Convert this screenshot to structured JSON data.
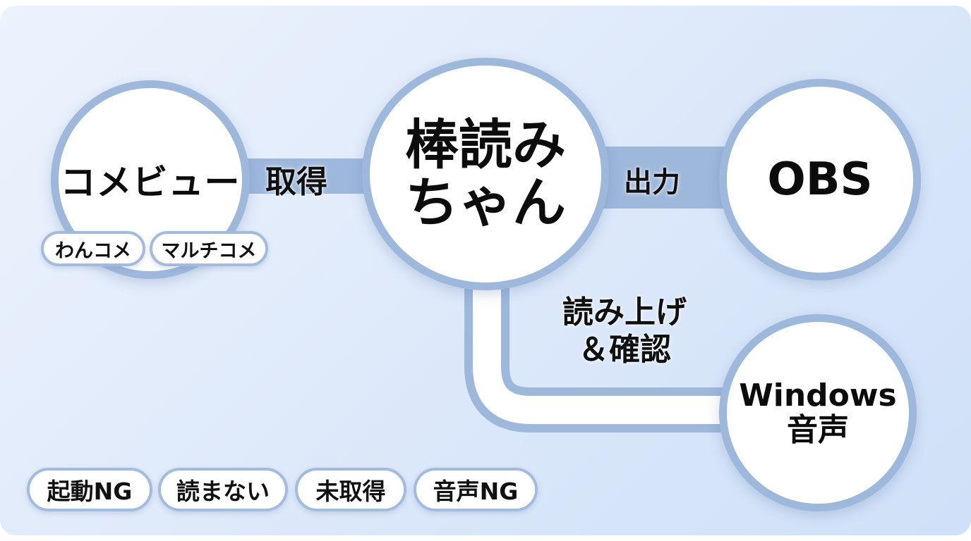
{
  "nodes": {
    "comeview": "コメビュー",
    "bouyomi_line1": "棒読み",
    "bouyomi_line2": "ちゃん",
    "obs": "OBS",
    "windows_line1": "Windows",
    "windows_line2": "音声"
  },
  "edges": {
    "get": "取得",
    "output": "出力",
    "read_line1": "読み上げ",
    "read_line2": "＆確認"
  },
  "sources": [
    "わんコメ",
    "マルチコメ"
  ],
  "issues": [
    "起動NG",
    "読まない",
    "未取得",
    "音声NG"
  ],
  "colors": {
    "node_border": "#9eb8dc",
    "link": "#9eb8dc",
    "background": "#dce8fa"
  }
}
